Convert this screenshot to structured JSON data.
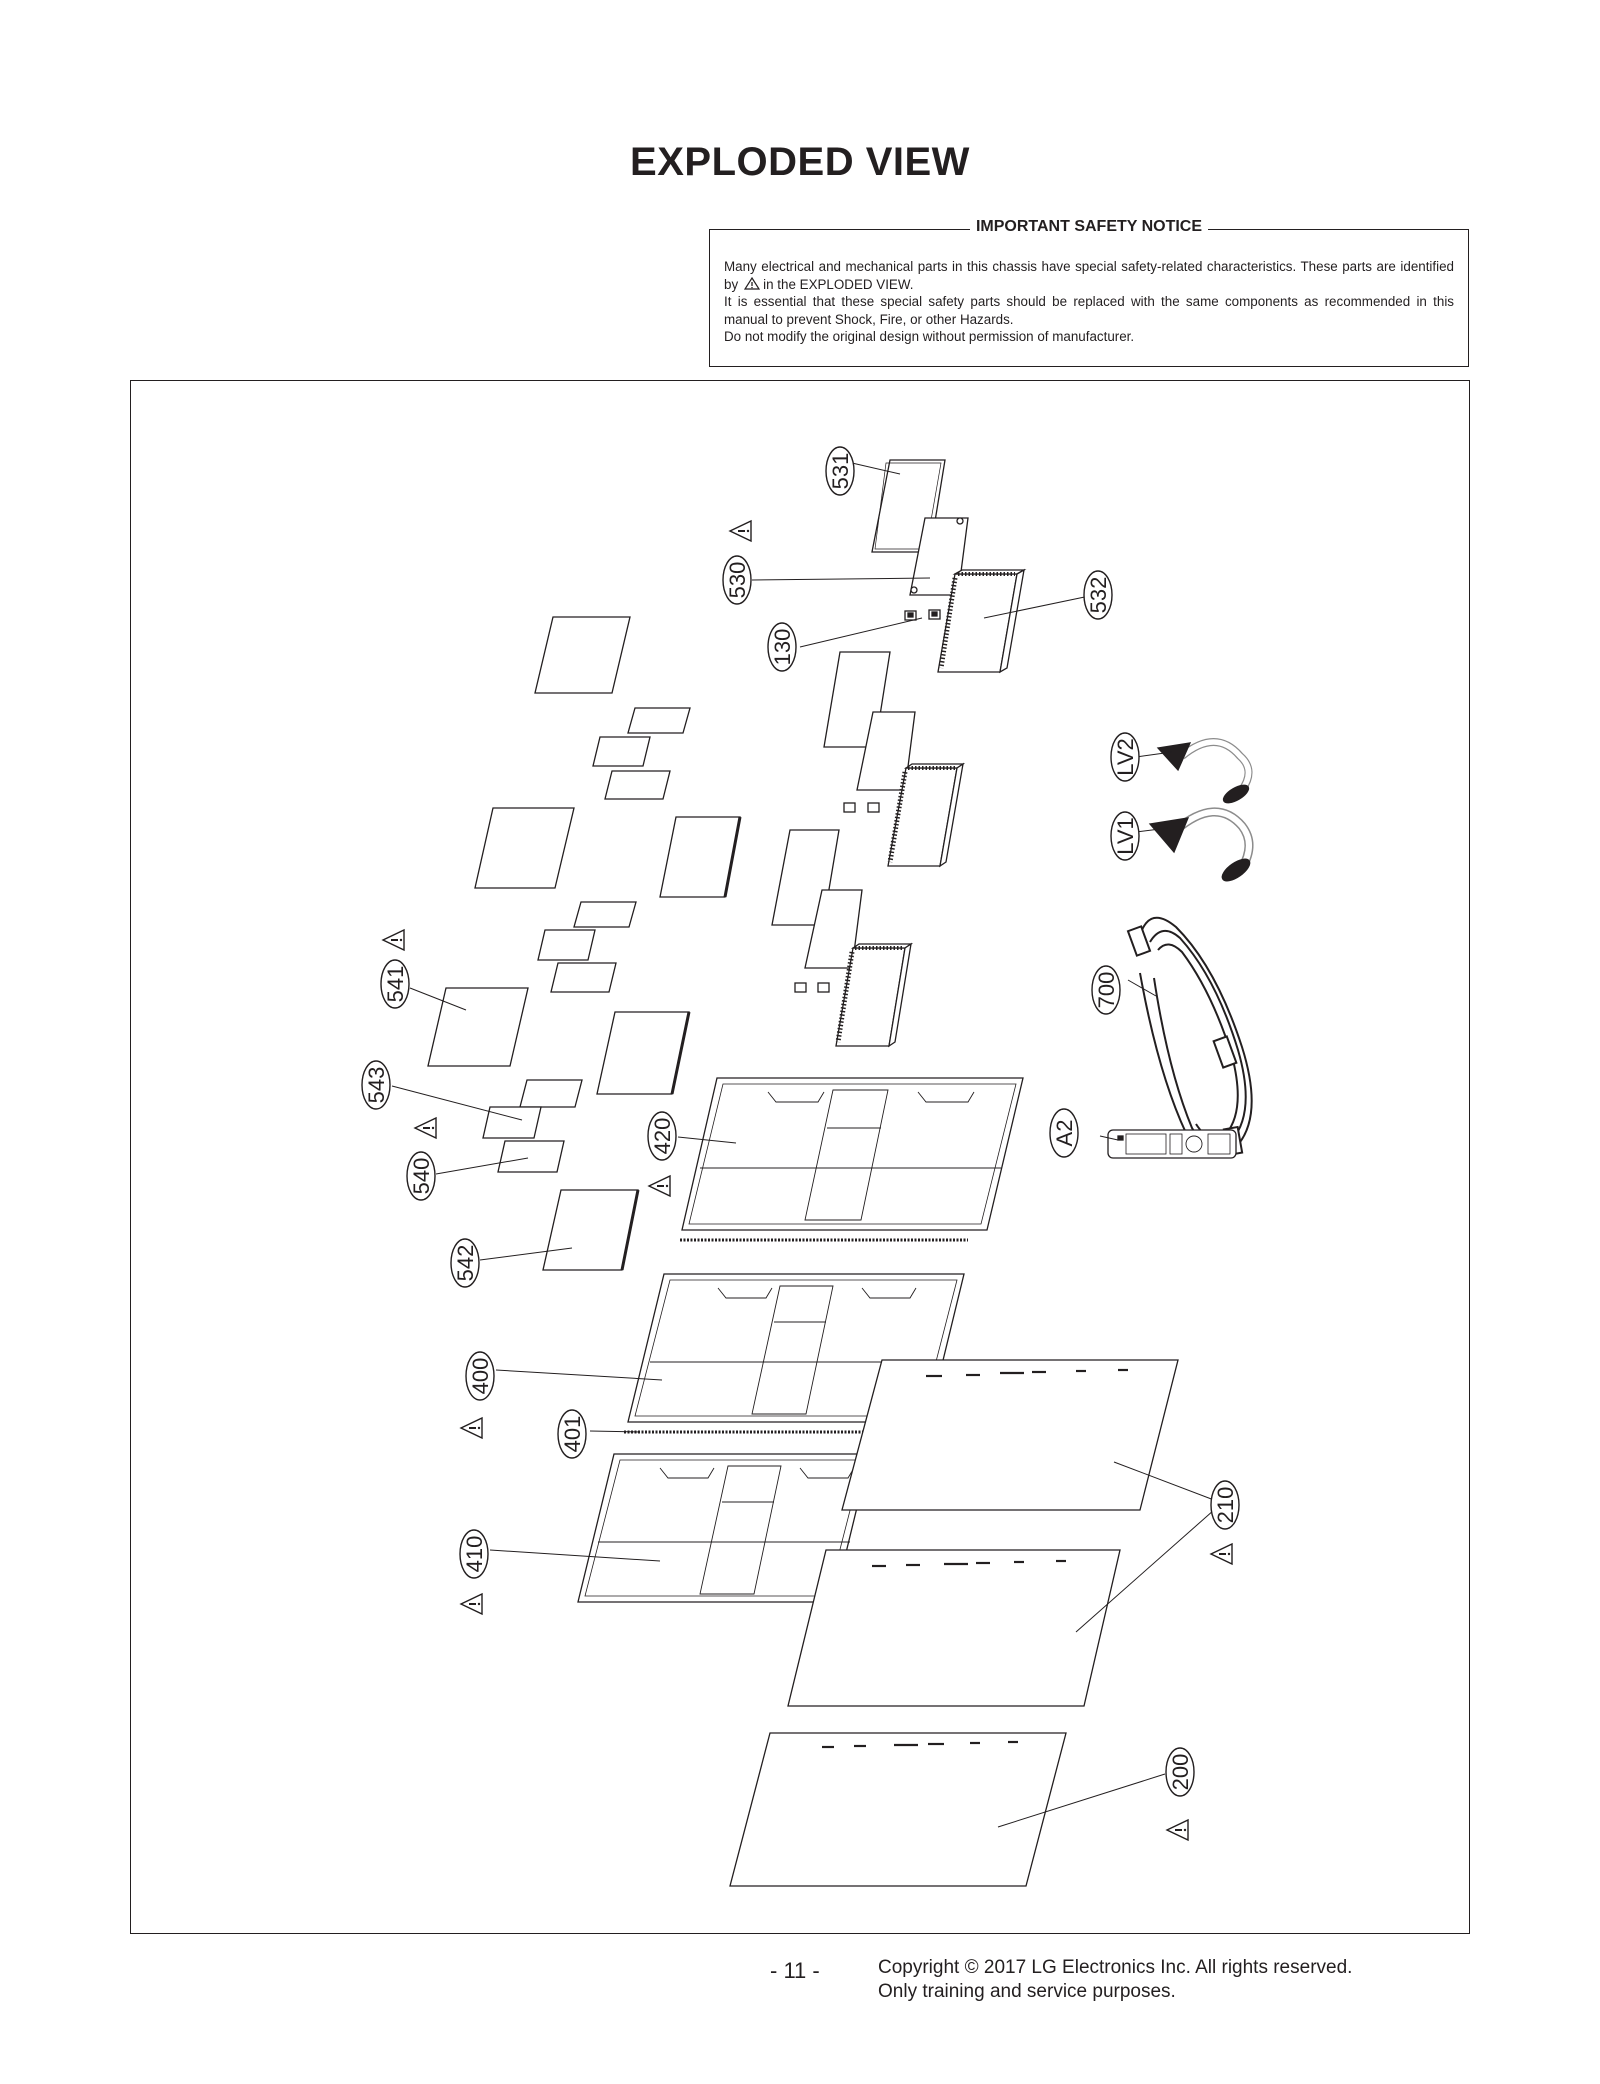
{
  "page": {
    "title": "EXPLODED VIEW",
    "page_number": "- 11 -"
  },
  "notice": {
    "title": "IMPORTANT SAFETY NOTICE",
    "line1a": "Many electrical and mechanical parts in this chassis have special safety-related characteristics. These parts are identified by",
    "line1b": "in the EXPLODED VIEW.",
    "line2": "It is essential that these special safety parts should be replaced with the same components as recommended in this manual to prevent Shock, Fire, or other Hazards.",
    "line3": "Do not modify the original design without permission of manufacturer."
  },
  "diagram": {
    "part_labels": [
      "531",
      "530",
      "130",
      "532",
      "LV2",
      "LV1",
      "700",
      "A2",
      "541",
      "543",
      "540",
      "542",
      "420",
      "400",
      "401",
      "410",
      "210",
      "200"
    ]
  },
  "footer": {
    "copyright": "Copyright © 2017 LG Electronics Inc. All rights reserved.",
    "purpose": "Only training and service purposes."
  }
}
